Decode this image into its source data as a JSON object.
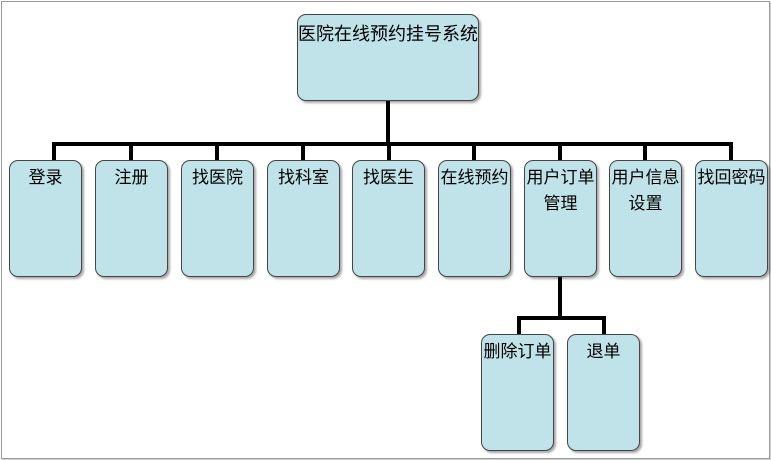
{
  "root": {
    "label": "医院在线预约挂号系统"
  },
  "modules": [
    {
      "label": "登录"
    },
    {
      "label": "注册"
    },
    {
      "label": "找医院"
    },
    {
      "label": "找科室"
    },
    {
      "label": "找医生"
    },
    {
      "label": "在线预约"
    },
    {
      "label": "用户订单管理"
    },
    {
      "label": "用户信息设置"
    },
    {
      "label": "找回密码"
    }
  ],
  "submodules": [
    {
      "label": "删除订单"
    },
    {
      "label": "退单"
    }
  ],
  "colors": {
    "box_fill": "#bfe3e9",
    "box_border": "#454545",
    "connector": "#000000"
  }
}
